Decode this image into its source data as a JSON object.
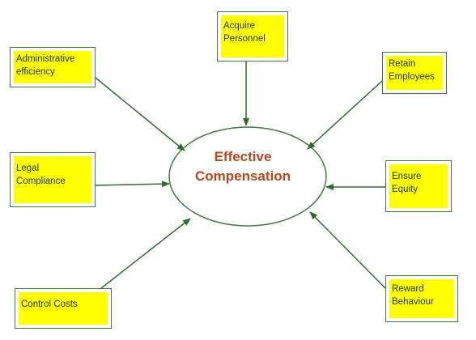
{
  "diagram": {
    "center": {
      "lines": [
        "Effective",
        "Compensation"
      ]
    },
    "goals": [
      {
        "id": "administrative-efficiency",
        "lines": [
          "Administrative",
          "efficiency"
        ]
      },
      {
        "id": "acquire-personnel",
        "lines": [
          "Acquire",
          "Personnel"
        ]
      },
      {
        "id": "retain-employees",
        "lines": [
          "Retain",
          "Employees"
        ]
      },
      {
        "id": "legal-compliance",
        "lines": [
          "Legal",
          "Compliance"
        ]
      },
      {
        "id": "ensure-equity",
        "lines": [
          "Ensure",
          "Equity"
        ]
      },
      {
        "id": "control-costs",
        "lines": [
          "Control Costs"
        ]
      },
      {
        "id": "reward-behaviour",
        "lines": [
          "Reward",
          "Behaviour"
        ]
      }
    ],
    "colors": {
      "box_fill": "#ffff00",
      "box_border": "#3f7a3f",
      "arrow": "#2f6a2f",
      "ellipse_stroke": "#3f7a3f",
      "center_text": "#b5471b"
    }
  }
}
